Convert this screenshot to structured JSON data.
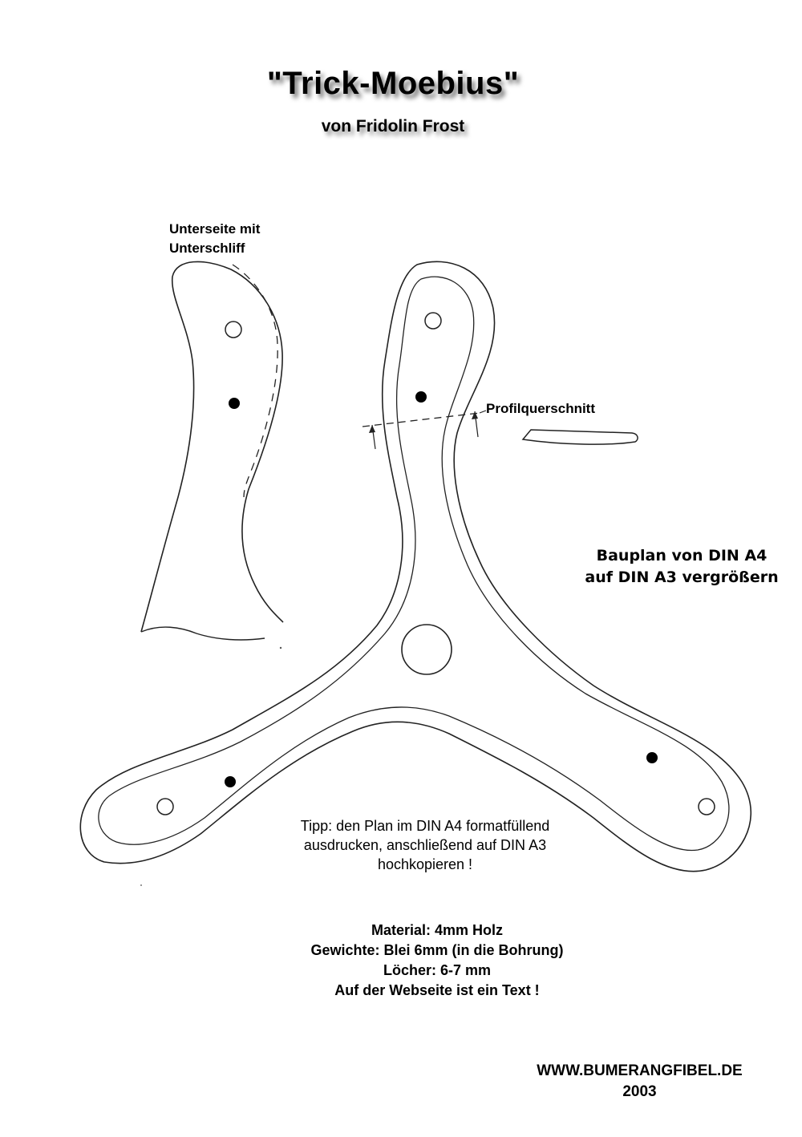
{
  "header": {
    "title": "\"Trick-Moebius\"",
    "author": "von Fridolin Frost"
  },
  "labels": {
    "underside_line1": "Unterseite mit",
    "underside_line2": "Unterschliff",
    "profile": "Profilquerschnitt"
  },
  "scaling_note": {
    "line1": "Bauplan von DIN A4",
    "line2": "auf DIN A3 vergrößern"
  },
  "tip": {
    "line1": "Tipp: den Plan im DIN A4 formatfüllend",
    "line2": "ausdrucken, anschließend auf DIN A3",
    "line3": "hochkopieren !"
  },
  "specs": {
    "material": "Material: 4mm Holz",
    "weights": "Gewichte: Blei 6mm (in die Bohrung)",
    "holes": "Löcher: 6-7 mm",
    "website_text": "Auf der Webseite ist ein Text !"
  },
  "footer": {
    "url": "WWW.BUMERANGFIBEL.DE",
    "year": "2003"
  }
}
